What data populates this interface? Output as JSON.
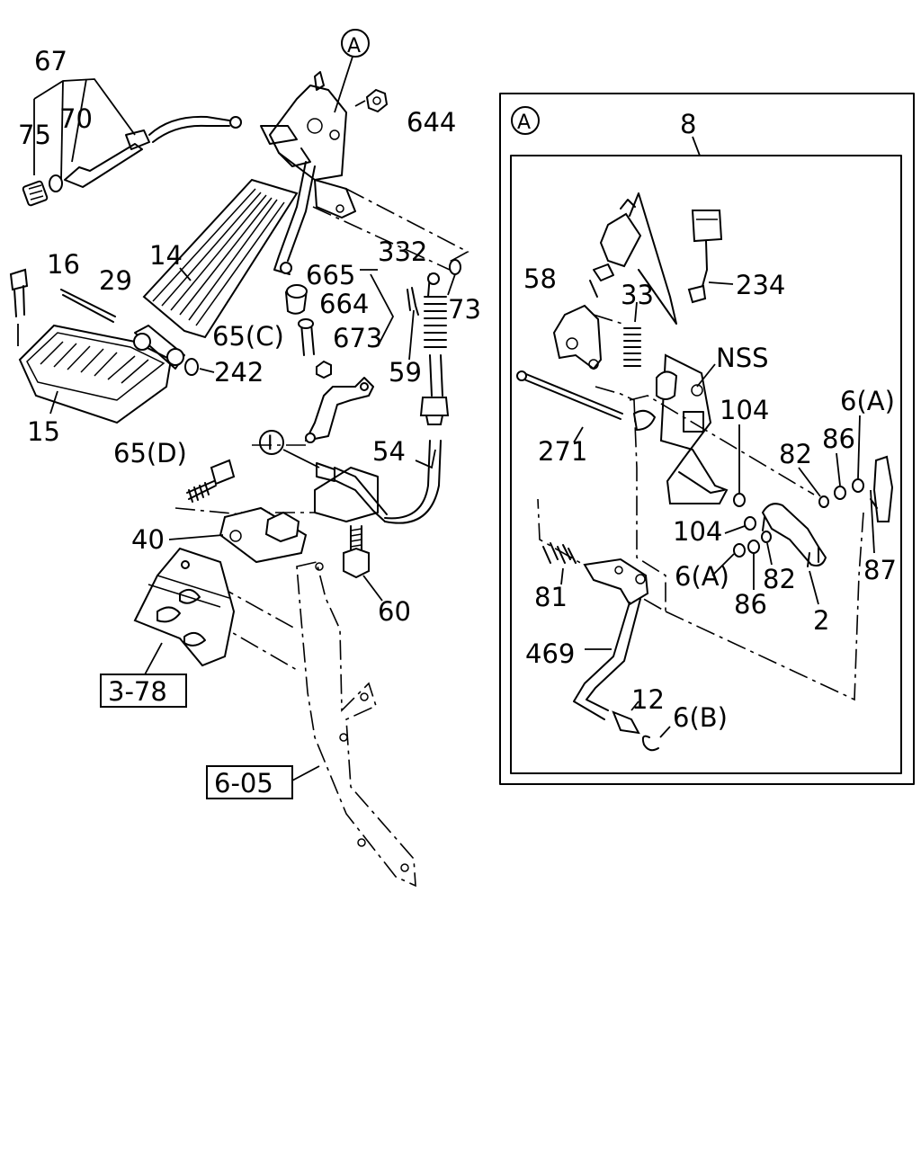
{
  "callouts": {
    "c67": "67",
    "c70": "70",
    "c75": "75",
    "cA": "A",
    "c644": "644",
    "c14": "14",
    "c16": "16",
    "c29": "29",
    "c15": "15",
    "c242": "242",
    "c665": "665",
    "c332": "332",
    "c73": "73",
    "c664": "664",
    "c65C": "65(C)",
    "c673": "673",
    "c59": "59",
    "cI": "I",
    "c54": "54",
    "c65D": "65(D)",
    "c40": "40",
    "c60": "60",
    "c378": "3-78",
    "c605": "6-05"
  },
  "detail_a": {
    "marker": "A",
    "c8": "8",
    "c58": "58",
    "c33": "33",
    "c234": "234",
    "cNSS": "NSS",
    "c271": "271",
    "c104a": "104",
    "c6A_a": "6(A)",
    "c82a": "82",
    "c86a": "86",
    "c104b": "104",
    "c6A_b": "6(A)",
    "c82b": "82",
    "c86b": "86",
    "c87": "87",
    "c2": "2",
    "c81": "81",
    "c469": "469",
    "c12": "12",
    "c6B": "6(B)"
  }
}
